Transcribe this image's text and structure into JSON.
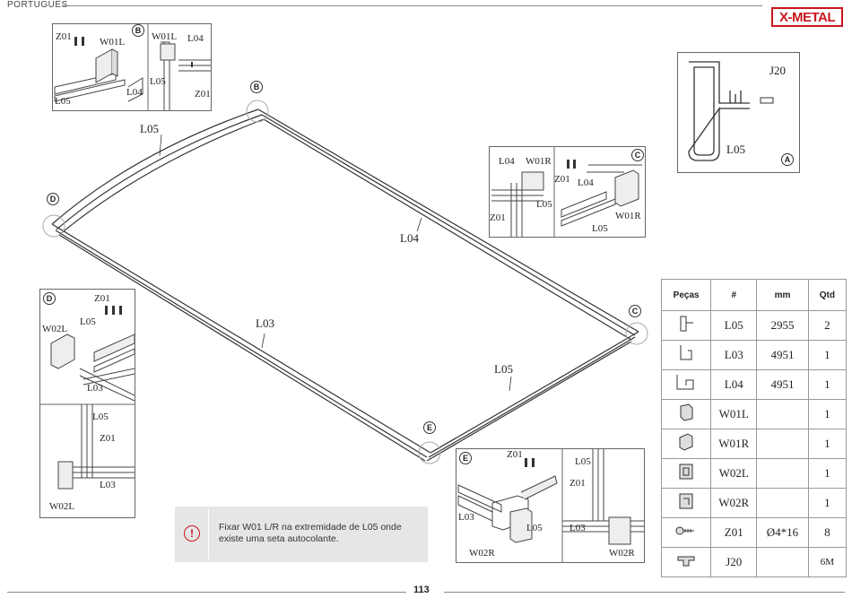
{
  "header": {
    "language": "PORTUGUÊS",
    "brand": "X-METAL"
  },
  "footer": {
    "page_number": "113"
  },
  "main_labels": {
    "l05_top": "L05",
    "l04": "L04",
    "l03": "L03",
    "l05_bottom": "L05"
  },
  "callouts": {
    "b": "B",
    "c": "C",
    "d": "D",
    "e": "E",
    "a": "A"
  },
  "detail_b": {
    "tag": "B",
    "z01": "Z01",
    "w01l": "W01L",
    "l04": "L04",
    "l05": "L05",
    "w01l_2": "W01L",
    "l04_2": "L04",
    "l05_2": "L05",
    "z01_2": "Z01"
  },
  "detail_c": {
    "tag": "C",
    "l04": "L04",
    "w01r": "W01R",
    "z01": "Z01",
    "l05": "L05",
    "z01_2": "Z01",
    "l04_2": "L04",
    "w01r_2": "W01R",
    "l05_2": "L05"
  },
  "detail_d": {
    "tag": "D",
    "z01": "Z01",
    "w02l": "W02L",
    "l05": "L05",
    "l03": "L03",
    "l05_2": "L05",
    "z01_2": "Z01",
    "l03_2": "L03",
    "w02l_2": "W02L"
  },
  "detail_e": {
    "tag": "E",
    "z01": "Z01",
    "l05": "L05",
    "l03": "L03",
    "w02r": "W02R",
    "l05_2": "L05",
    "z01_2": "Z01",
    "l03_2": "L03",
    "w02r_2": "W02R"
  },
  "detail_a": {
    "tag": "A",
    "j20": "J20",
    "l05": "L05"
  },
  "parts_table": {
    "headers": [
      "Peças",
      "#",
      "mm",
      "Qtd"
    ],
    "rows": [
      {
        "icon": "profile-l05-icon",
        "code": "L05",
        "mm": "2955",
        "qty": "2"
      },
      {
        "icon": "profile-l03-icon",
        "code": "L03",
        "mm": "4951",
        "qty": "1"
      },
      {
        "icon": "profile-l04-icon",
        "code": "L04",
        "mm": "4951",
        "qty": "1"
      },
      {
        "icon": "end-cap-w01l-icon",
        "code": "W01L",
        "mm": "",
        "qty": "1"
      },
      {
        "icon": "end-cap-w01r-icon",
        "code": "W01R",
        "mm": "",
        "qty": "1"
      },
      {
        "icon": "end-cap-w02l-icon",
        "code": "W02L",
        "mm": "",
        "qty": "1"
      },
      {
        "icon": "end-cap-w02r-icon",
        "code": "W02R",
        "mm": "",
        "qty": "1"
      },
      {
        "icon": "screw-z01-icon",
        "code": "Z01",
        "mm": "Ø4*16",
        "qty": "8"
      },
      {
        "icon": "gasket-j20-icon",
        "code": "J20",
        "mm": "",
        "qty": "6M"
      }
    ]
  },
  "note": {
    "text": "Fixar W01 L/R na extremidade de L05 onde existe uma seta autocolante.",
    "icon": "exclamation-icon"
  },
  "colors": {
    "brand": "#c8161d",
    "note_bg": "#e6e6e6"
  }
}
